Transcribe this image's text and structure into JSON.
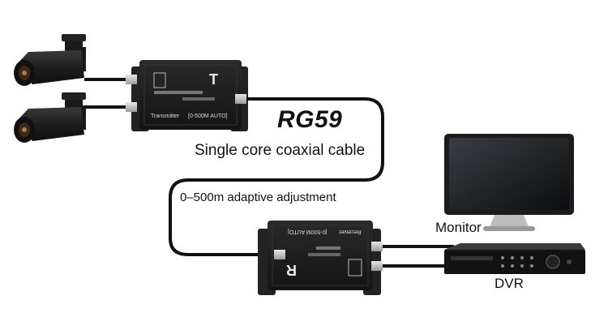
{
  "cable": {
    "title": "RG59",
    "subtitle": "Single core coaxial cable",
    "adjustment": "0–500m adaptive adjustment"
  },
  "transmitter": {
    "letter": "T",
    "name": "Transmitter",
    "range_label": "[0-500M AUTO]"
  },
  "receiver": {
    "letter": "R",
    "name": "Receiver",
    "range_label": "[0-500M AUTO]"
  },
  "devices": {
    "monitor_label": "Monitor",
    "dvr_label": "DVR"
  },
  "colors": {
    "cable": "#111111",
    "device_body": "#1c1c1c",
    "label_text": "#111111"
  }
}
